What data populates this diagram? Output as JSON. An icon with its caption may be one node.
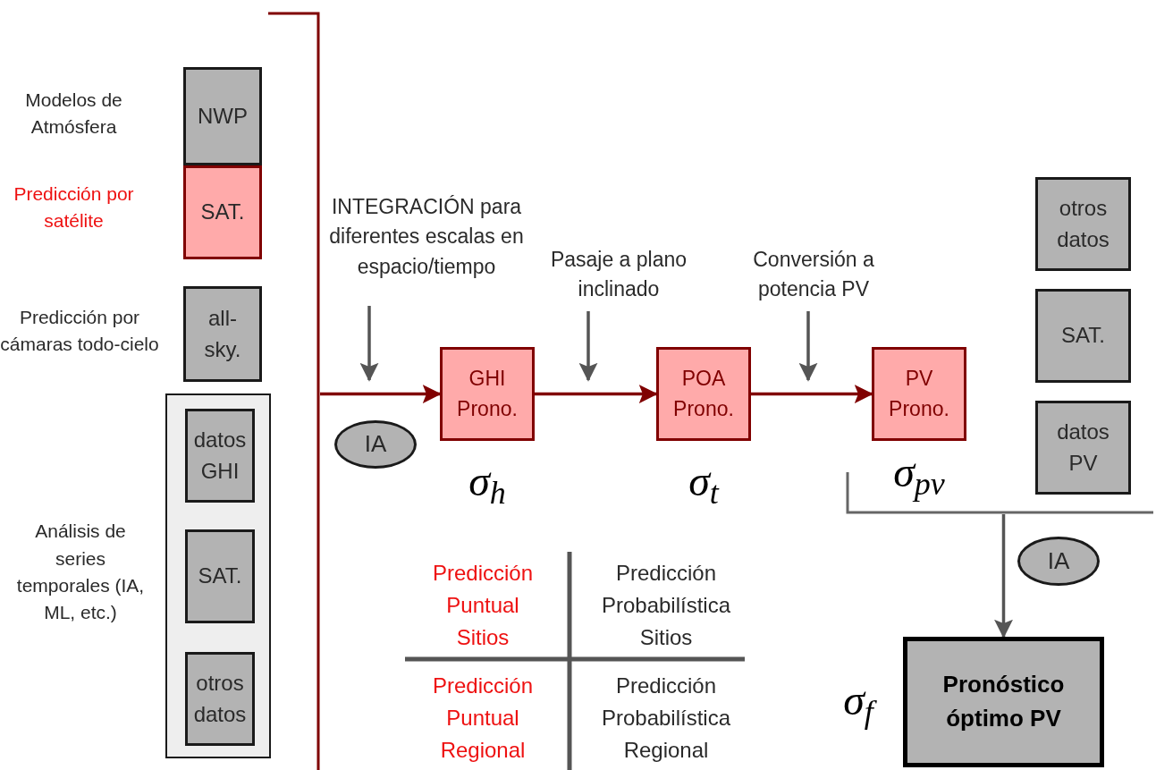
{
  "diagram": {
    "nodes": [
      {
        "text": [
          "NWP"
        ],
        "beside": [
          "Modelos de Atmósfera"
        ]
      },
      {
        "text": [
          "SAT."
        ],
        "beside": [
          "Predicción por satélite"
        ]
      },
      {
        "text": [
          "all-sky."
        ],
        "beside": [
          "Predicción por cámaras todo-cielo"
        ]
      },
      {
        "text": [],
        "shape": "box",
        "beside": [
          "Análisis de series temporales (IA, ML, etc.)"
        ]
      },
      {
        "text": [
          "datos GHI"
        ],
        "in": 3
      },
      {
        "text": [
          "SAT."
        ],
        "in": 3
      },
      {
        "text": [
          "otros datos"
        ],
        "in": 3
      },
      {
        "text": [
          "GHI Prono."
        ],
        "beside": [
          "σ$_{h}$"
        ]
      },
      {
        "text": [
          "POA Prono."
        ],
        "beside": [
          "σ$_{t}$"
        ]
      },
      {
        "text": [
          "PV Prono."
        ],
        "beside": [
          "σ$_{pv}$"
        ]
      },
      {
        "text": [
          "otros datos"
        ]
      },
      {
        "text": [
          "SAT."
        ]
      },
      {
        "text": [
          "datos PV"
        ]
      },
      {
        "text": [
          "IA"
        ]
      },
      {
        "text": [
          "IA"
        ]
      },
      {
        "text": [
          "Pronóstico óptimo PV"
        ],
        "beside": [
          "σ$_{f}$"
        ]
      },
      {
        "text": [
          "INTEGRACIÓN para diferentes escalas en espacio/tiempo"
        ]
      },
      {
        "text": [
          "Pasaje a plano inclinado"
        ]
      },
      {
        "text": [
          "Conversión a potencia PV"
        ]
      },
      {
        "text": [],
        "shape": "bracket"
      },
      {
        "text": [],
        "shape": "bracket"
      }
    ],
    "edges": [
      {
        "from": 19,
        "to": 7,
        "arrow": "to",
        "color": "#800000"
      },
      {
        "from": 7,
        "to": 8,
        "arrow": "to",
        "color": "#800000"
      },
      {
        "from": 8,
        "to": 9,
        "arrow": "to",
        "color": "#800000"
      },
      {
        "from": 20,
        "to": 15,
        "arrow": "to"
      },
      {
        "from": 16,
        "to": null,
        "arrow": "to"
      },
      {
        "from": 17,
        "to": null,
        "arrow": "to"
      },
      {
        "from": 18,
        "to": null,
        "arrow": "to"
      }
    ],
    "labels": [
      "Predicción Puntual Sitios",
      "Predicción Probabilística Sitios",
      "Predicción Puntual Regional",
      "Predicción Probabilística Regional"
    ]
  }
}
